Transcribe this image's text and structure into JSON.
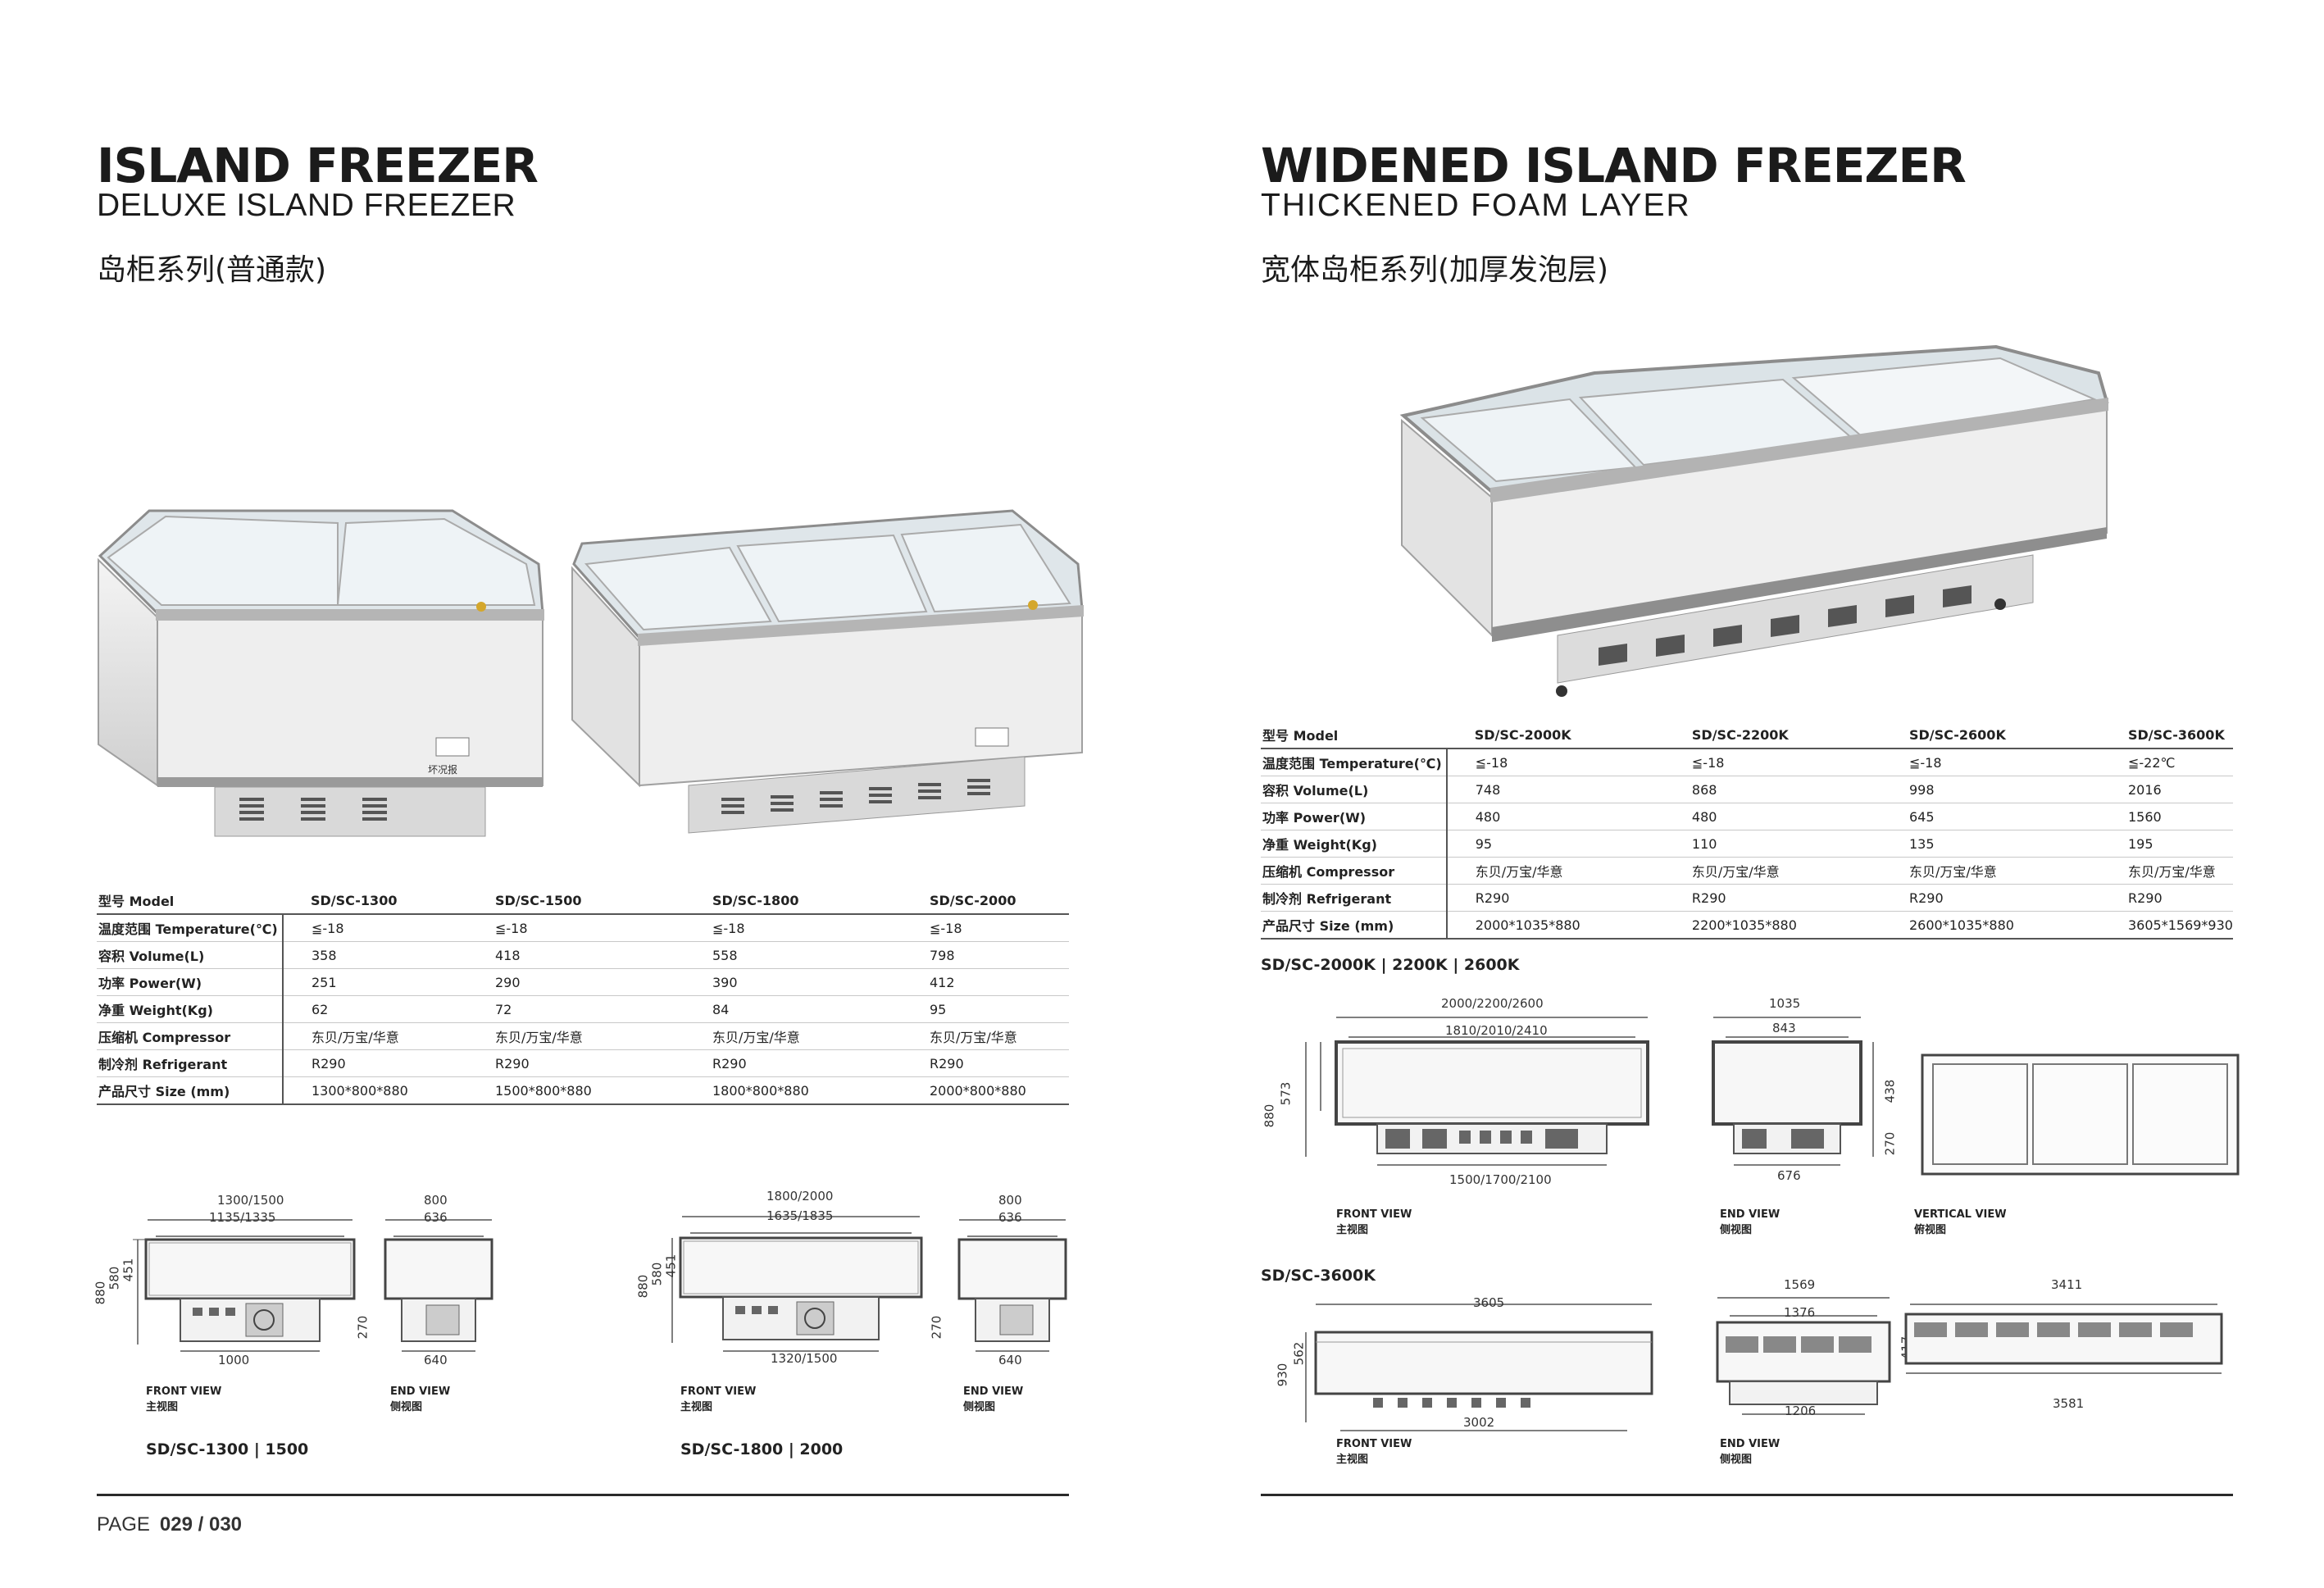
{
  "left": {
    "title": "ISLAND FREEZER",
    "subtitle": "DELUXE ISLAND FREEZER",
    "chinese_title": "岛柜系列(普通款)",
    "sticker_text": "坏况报",
    "table": {
      "header_label": "型号 Model",
      "models": [
        "SD/SC-1300",
        "SD/SC-1500",
        "SD/SC-1800",
        "SD/SC-2000"
      ],
      "rows": [
        {
          "label": "温度范围 Temperature(℃)",
          "values": [
            "≦-18",
            "≦-18",
            "≦-18",
            "≦-18"
          ]
        },
        {
          "label": "容积 Volume(L)",
          "values": [
            "358",
            "418",
            "558",
            "798"
          ]
        },
        {
          "label": "功率 Power(W)",
          "values": [
            "251",
            "290",
            "390",
            "412"
          ]
        },
        {
          "label": "净重 Weight(Kg)",
          "values": [
            "62",
            "72",
            "84",
            "95"
          ]
        },
        {
          "label": "压缩机 Compressor",
          "values": [
            "东贝/万宝/华意",
            "东贝/万宝/华意",
            "东贝/万宝/华意",
            "东贝/万宝/华意"
          ]
        },
        {
          "label": "制冷剂 Refrigerant",
          "values": [
            "R290",
            "R290",
            "R290",
            "R290"
          ]
        },
        {
          "label": "产品尺寸 Size (mm)",
          "values": [
            "1300*800*880",
            "1500*800*880",
            "1800*800*880",
            "2000*800*880"
          ]
        }
      ]
    },
    "drawings": {
      "a": {
        "top_width": "1300/1500",
        "inner_width": "1135/1335",
        "height_880": "880",
        "height_580": "580",
        "height_451": "451",
        "base_width": "1000",
        "end_top": "800",
        "end_inner": "636",
        "end_base": "640",
        "end_h": "270",
        "caption": "SD/SC-1300 | 1500"
      },
      "b": {
        "top_width": "1800/2000",
        "inner_width": "1635/1835",
        "height_880": "880",
        "height_580": "580",
        "height_451": "451",
        "base_width": "1320/1500",
        "end_top": "800",
        "end_inner": "636",
        "end_base": "640",
        "end_h": "270",
        "caption": "SD/SC-1800 | 2000"
      },
      "front_view_en": "FRONT VIEW",
      "front_view_cn": "主视图",
      "end_view_en": "END VIEW",
      "end_view_cn": "侧视图"
    },
    "page_label": "PAGE",
    "page_number": "029 / 030"
  },
  "right": {
    "title": "WIDENED ISLAND FREEZER",
    "subtitle": "THICKENED FOAM LAYER",
    "chinese_title": "宽体岛柜系列(加厚发泡层)",
    "table": {
      "header_label": "型号 Model",
      "models": [
        "SD/SC-2000K",
        "SD/SC-2200K",
        "SD/SC-2600K",
        "SD/SC-3600K"
      ],
      "rows": [
        {
          "label": "温度范围 Temperature(℃)",
          "values": [
            "≦-18",
            "≦-18",
            "≦-18",
            "≦-22℃"
          ]
        },
        {
          "label": "容积 Volume(L)",
          "values": [
            "748",
            "868",
            "998",
            "2016"
          ]
        },
        {
          "label": "功率 Power(W)",
          "values": [
            "480",
            "480",
            "645",
            "1560"
          ]
        },
        {
          "label": "净重 Weight(Kg)",
          "values": [
            "95",
            "110",
            "135",
            "195"
          ]
        },
        {
          "label": "压缩机 Compressor",
          "values": [
            "东贝/万宝/华意",
            "东贝/万宝/华意",
            "东贝/万宝/华意",
            "东贝/万宝/华意"
          ]
        },
        {
          "label": "制冷剂 Refrigerant",
          "values": [
            "R290",
            "R290",
            "R290",
            "R290"
          ]
        },
        {
          "label": "产品尺寸 Size (mm)",
          "values": [
            "2000*1035*880",
            "2200*1035*880",
            "2600*1035*880",
            "3605*1569*930"
          ]
        }
      ]
    },
    "drawings": {
      "k_caption": "SD/SC-2000K | 2200K | 2600K",
      "k_top": "2000/2200/2600",
      "k_inner": "1810/2010/2410",
      "k_h880": "880",
      "k_h573": "573",
      "k_base": "1500/1700/2100",
      "k_end_top": "1035",
      "k_end_inner": "843",
      "k_end_h438": "438",
      "k_end_h270": "270",
      "k_end_base": "676",
      "vertical_view_en": "VERTICAL VIEW",
      "vertical_view_cn": "俯视图",
      "big_caption": "SD/SC-3600K",
      "big_top": "3605",
      "big_h930": "930",
      "big_h562": "562",
      "big_base": "3002",
      "big_end_top": "1569",
      "big_end_inner": "1376",
      "big_end_h417": "417",
      "big_end_base": "1206",
      "big_vert_top": "3411",
      "big_vert_base": "3581",
      "front_view_en": "FRONT VIEW",
      "front_view_cn": "主视图",
      "end_view_en": "END VIEW",
      "end_view_cn": "侧视图"
    }
  },
  "colors": {
    "ink": "#1b1b1b",
    "steel": "#9a9a9a",
    "panel": "#e9e9e9"
  }
}
